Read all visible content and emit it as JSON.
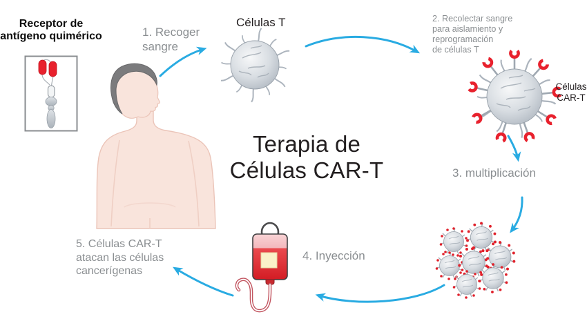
{
  "diagram": {
    "title_lines": [
      "Terapia de",
      "Células CAR-T"
    ],
    "receptor_heading_lines": [
      "Receptor de",
      "antígeno quimérico"
    ],
    "t_cell_label": "Células T",
    "car_t_label_lines": [
      "Células",
      "CAR-T"
    ],
    "steps": [
      {
        "lines": [
          "1. Recoger",
          "sangre"
        ]
      },
      {
        "lines": [
          "2. Recolectar sangre",
          "para aislamiento y",
          "reprogramación",
          "de células T"
        ]
      },
      {
        "lines": [
          "3. multiplicación"
        ]
      },
      {
        "lines": [
          "4. Inyección"
        ]
      },
      {
        "lines": [
          "5. Células CAR-T",
          "atacan las células",
          "cancerígenas"
        ]
      }
    ],
    "colors": {
      "arrow_blue": "#29ABE2",
      "step_text": "#8A8E91",
      "title_text": "#231F20",
      "receptor_red": "#E8212D",
      "cell_gray": "#C6CCD3",
      "skin": "#F9E4DC",
      "hair": "#7B7B7D",
      "blood_red": "#D31C24",
      "bag_pink": "#F3B8BD",
      "label_cream": "#FAF1C9"
    }
  }
}
